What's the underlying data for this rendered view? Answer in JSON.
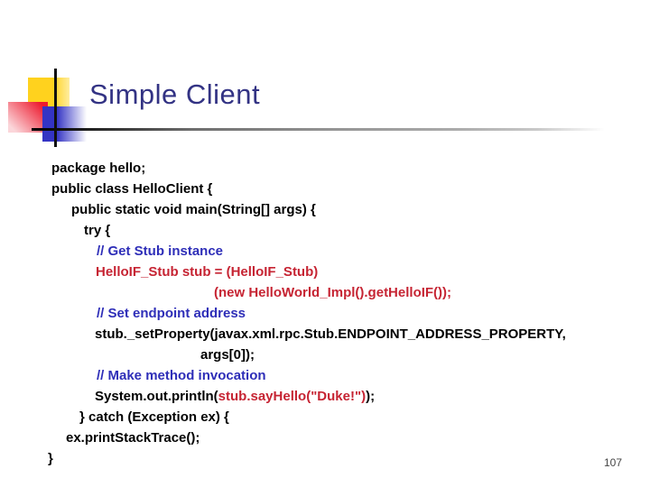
{
  "slide": {
    "title": "Simple Client",
    "page_number": "107"
  },
  "colors": {
    "title": "#333384",
    "code_default": "#000000",
    "code_comment": "#2e2eb8",
    "code_highlight": "#c62433",
    "accent_yellow": "#ffd21e",
    "accent_red": "#ed1b2f",
    "accent_blue": "#3434c4",
    "page_number": "#454545"
  },
  "code": {
    "lines": [
      {
        "indent": 4,
        "segments": [
          {
            "style": "default",
            "text": "package hello;"
          }
        ]
      },
      {
        "indent": 4,
        "segments": [
          {
            "style": "default",
            "text": "public class HelloClient {"
          }
        ]
      },
      {
        "indent": 26,
        "segments": [
          {
            "style": "default",
            "text": "public static void main(String[] args) {"
          }
        ]
      },
      {
        "indent": 40,
        "segments": [
          {
            "style": "default",
            "text": "try {"
          }
        ]
      },
      {
        "indent": 54,
        "segments": [
          {
            "style": "comment",
            "text": "// Get Stub instance"
          }
        ]
      },
      {
        "indent": 53,
        "segments": [
          {
            "style": "highlight",
            "text": "HelloIF_Stub stub = (HelloIF_Stub)"
          }
        ]
      },
      {
        "indent": 184,
        "segments": [
          {
            "style": "highlight",
            "text": "(new HelloWorld_Impl().getHelloIF());"
          }
        ]
      },
      {
        "indent": 54,
        "segments": [
          {
            "style": "comment",
            "text": "// Set endpoint address"
          }
        ]
      },
      {
        "indent": 52,
        "segments": [
          {
            "style": "default",
            "text": "stub._setProperty(javax.xml.rpc.Stub.ENDPOINT_ADDRESS_PROPERTY,"
          }
        ]
      },
      {
        "indent": 169,
        "segments": [
          {
            "style": "default",
            "text": "args[0]);"
          }
        ]
      },
      {
        "indent": 54,
        "segments": [
          {
            "style": "comment",
            "text": "// Make method invocation"
          }
        ]
      },
      {
        "indent": 52,
        "segments": [
          {
            "style": "default",
            "text": "System.out.println("
          },
          {
            "style": "highlight",
            "text": "stub.sayHello(\"Duke!\")"
          },
          {
            "style": "default",
            "text": ");"
          }
        ]
      },
      {
        "indent": 35,
        "segments": [
          {
            "style": "default",
            "text": "} catch (Exception ex) {"
          }
        ]
      },
      {
        "indent": 20,
        "segments": [
          {
            "style": "default",
            "text": "ex.printStackTrace();"
          }
        ]
      },
      {
        "indent": 0,
        "segments": [
          {
            "style": "default",
            "text": "}"
          }
        ]
      }
    ]
  }
}
